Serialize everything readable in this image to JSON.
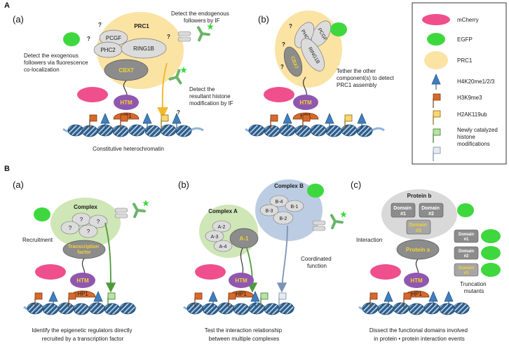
{
  "section_a": {
    "letter": "A",
    "panel_a": {
      "label": "(a)",
      "prc1": "PRC1",
      "pcgf": "PCGF",
      "phc2": "PHC2",
      "ring1b": "RING1B",
      "cbx7": "CBX7",
      "htm": "HTM",
      "hp1": "HP1",
      "q": "?",
      "note_endogenous": [
        "Detect the endogenous",
        "followers by IF"
      ],
      "note_exogenous": [
        "Detect the exogenous",
        "followers via fluorescence",
        "co-localization"
      ],
      "note_histone": [
        "Detect the",
        "resultant histone",
        "modification by IF"
      ],
      "caption": "Constitutive heterochromatin"
    },
    "panel_b": {
      "label": "(b)",
      "pcgf": "PCGF",
      "phc2": "PHC2",
      "ring1b": "RING1B",
      "cbx7": "CBX7",
      "htm": "HTM",
      "hp1": "HP1",
      "q": "?",
      "note_tether": [
        "Tether the other",
        "component(s) to detect",
        "PRC1 assembly"
      ]
    },
    "legend": [
      {
        "label": "mCherry"
      },
      {
        "label": "EGFP"
      },
      {
        "label": "PRC1"
      },
      {
        "label": "H4K20me1/2/3"
      },
      {
        "label": "H3K9me3"
      },
      {
        "label": "H2AK119ub"
      },
      {
        "label": [
          "Newly catalyzed",
          "histone"
        ]
      },
      {
        "label": [
          "modifications"
        ]
      }
    ],
    "colors": {
      "mcherry": "#ef4f8d",
      "egfp": "#3ed83e",
      "prc1": "#fbe3a4",
      "htm": "#8f57b0",
      "hp1": "#d9692a",
      "h4k20": "#3f7fc0",
      "h3k9": "#d9692a",
      "h2ak119": "#f0c43c",
      "new_mod": "#6ab46a",
      "nucleosome": "#2b5e8e",
      "dna": "#8fb3d9"
    }
  },
  "section_b": {
    "letter": "B",
    "panel_a": {
      "label": "(a)",
      "complex": "Complex",
      "q": "?",
      "recruitment": "Recruitment",
      "tf": [
        "Transcription",
        "factor"
      ],
      "htm": "HTM",
      "hp1": "HP1",
      "caption": [
        "Identify the epigenetic regulators directly",
        "recruited by a transcription factor"
      ]
    },
    "panel_b": {
      "label": "(b)",
      "complex_a": "Complex A",
      "complex_b": "Complex B",
      "a_units": [
        "A-2",
        "A-3",
        "A-4"
      ],
      "a1": "A-1",
      "b_units": [
        "B-4",
        "B-1",
        "B-3",
        "B-2"
      ],
      "coordinated": [
        "Coordinated",
        "function"
      ],
      "htm": "HTM",
      "hp1": "HP1",
      "caption": [
        "Test the interaction relationship",
        "between multiple complexes"
      ]
    },
    "panel_c": {
      "label": "(c)",
      "protein_b": "Protein b",
      "domain1": [
        "Domain",
        "#1"
      ],
      "domain2": [
        "Domain",
        "#2"
      ],
      "domain3": [
        "Domain",
        "#3"
      ],
      "interaction": "Interaction",
      "protein_a": "Protein a",
      "htm": "HTM",
      "hp1": "HP1",
      "truncation": [
        "Truncation",
        "mutants"
      ],
      "caption": [
        "Dissect the functional domains involved",
        "in protein • protein interaction events"
      ]
    }
  }
}
